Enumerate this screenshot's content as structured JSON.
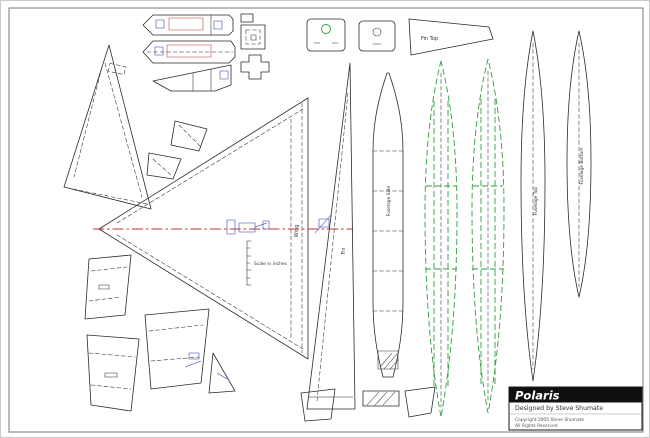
{
  "sheet": {
    "background": "#ffffff",
    "frame_color": "#777777",
    "line_color": "#2a2a2a",
    "accent_red": "#c03030",
    "accent_blue": "#2838b0",
    "accent_green": "#2f9e3f"
  },
  "title_block": {
    "title": "Polaris",
    "designer": "Designed by Steve Shumate",
    "copyright_line1": "Copyright 2005 Steve Shumate",
    "copyright_line2": "All Rights Reserved"
  },
  "labels": {
    "scale_note": "Scale in inches",
    "fin_top": "Fin Top",
    "wing": "Wing",
    "fin": "Fin",
    "fuselage_side": "Fuselage Side",
    "fuselage_top": "Fuselage Top",
    "fuselage_bottom": "Fuselage Bottom"
  }
}
